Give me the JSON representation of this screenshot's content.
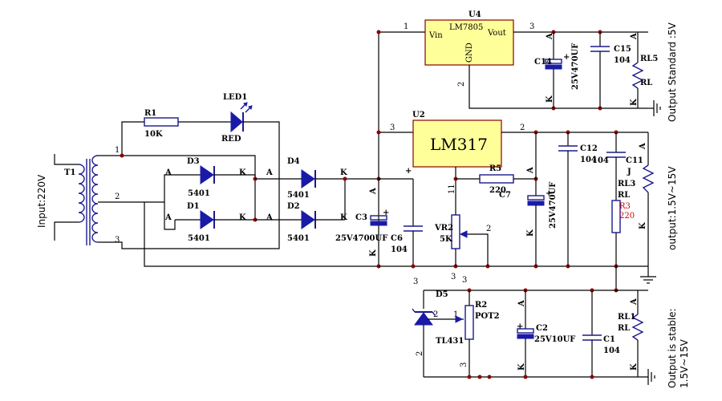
{
  "side_labels": {
    "input": "Input:220V",
    "out_5v": "Output Standard :5V",
    "out_adj": "output:1.5V~15V",
    "out_stable_1": "Output is stable:",
    "out_stable_2": "1.5V~15V"
  },
  "u4": {
    "ref": "U4",
    "name": "LM7805",
    "vin": "Vin",
    "vout": "Vout",
    "gnd": "GND",
    "p1": "1",
    "p2": "2",
    "p3": "3"
  },
  "u2": {
    "ref": "U2",
    "name": "LM317",
    "p2": "2",
    "p3": "3"
  },
  "t1": {
    "ref": "T1",
    "p1": "1",
    "p2": "2",
    "p3": "3"
  },
  "r1": {
    "ref": "R1",
    "val": "10K"
  },
  "led1": {
    "ref": "LED1",
    "val": "RED"
  },
  "d1": {
    "ref": "D1",
    "val": "5401",
    "a": "A",
    "k": "K"
  },
  "d2": {
    "ref": "D2",
    "val": "5401",
    "a": "A",
    "k": "K"
  },
  "d3": {
    "ref": "D3",
    "val": "5401",
    "a": "A",
    "k": "K"
  },
  "d4": {
    "ref": "D4",
    "val": "5401",
    "a": "A",
    "k": "K"
  },
  "c3": {
    "ref": "C3",
    "val": "25V4700UF",
    "a": "A",
    "k": "K",
    "plus": "+"
  },
  "c6": {
    "ref": "C6",
    "val": "104"
  },
  "vr2": {
    "ref": "VR2",
    "val": "5K",
    "p2": "2",
    "p11": "11"
  },
  "r5": {
    "ref": "R5",
    "val": "220"
  },
  "c7": {
    "ref": "C7",
    "val": "25V470UF",
    "a": "A",
    "k": "K"
  },
  "c12": {
    "ref": "C12",
    "val": "104"
  },
  "c11": {
    "ref": "C11",
    "val": "104"
  },
  "j": "J",
  "rl3": {
    "ref": "RL3",
    "val": "RL",
    "a": "A",
    "k": "K"
  },
  "r3": {
    "ref": "R3",
    "val": "220"
  },
  "c14": {
    "ref": "C14",
    "val": "25V470UF",
    "a": "A",
    "k": "K"
  },
  "c15": {
    "ref": "C15",
    "val": "104"
  },
  "rl5": {
    "ref": "RL5",
    "val": "RL",
    "a": "A",
    "k": "K"
  },
  "d5": {
    "ref": "D5",
    "val": "TL431",
    "p1": "1",
    "p2": "2",
    "p3": "3"
  },
  "r2": {
    "ref": "R2",
    "val": "POT2",
    "p1": "1",
    "p3": "3",
    "p3b": "3"
  },
  "c2": {
    "ref": "C2",
    "val": "25V10UF",
    "a": "A",
    "k": "K"
  },
  "c1": {
    "ref": "C1",
    "val": "104"
  },
  "rl1": {
    "ref": "RL1",
    "val": "RL",
    "a": "A",
    "k": "K"
  }
}
